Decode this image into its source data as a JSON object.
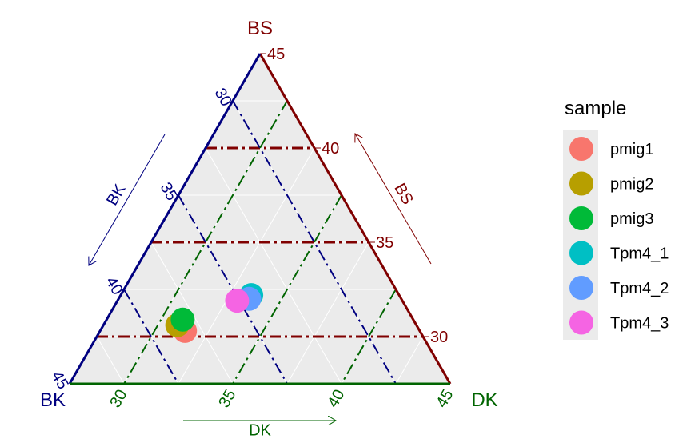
{
  "chart_data": {
    "type": "ternary-scatter",
    "axes": {
      "top": {
        "name": "BS",
        "arrow_label": "BS",
        "color": "#800000",
        "limits": [
          27.5,
          45
        ],
        "ticks": [
          30,
          35,
          40,
          45
        ]
      },
      "left": {
        "name": "BK",
        "arrow_label": "BK",
        "color": "#000080",
        "limits": [
          27.5,
          45
        ],
        "ticks": [
          30,
          35,
          40,
          45
        ]
      },
      "right": {
        "name": "DK",
        "arrow_label": "DK",
        "color": "#006400",
        "limits": [
          27.5,
          45
        ],
        "ticks": [
          30,
          35,
          40,
          45
        ]
      }
    },
    "legend": {
      "title": "sample",
      "position": "right",
      "entries": [
        {
          "label": "pmig1",
          "color": "#F8766D"
        },
        {
          "label": "pmig2",
          "color": "#B79F00"
        },
        {
          "label": "pmig3",
          "color": "#00BA38"
        },
        {
          "label": "Tpm4_1",
          "color": "#00BFC4"
        },
        {
          "label": "Tpm4_2",
          "color": "#619CFF"
        },
        {
          "label": "Tpm4_3",
          "color": "#F564E3"
        }
      ]
    },
    "points": [
      {
        "sample": "pmig1",
        "BS": 30.3,
        "BK": 38.3,
        "DK": 31.4
      },
      {
        "sample": "pmig2",
        "BS": 30.6,
        "BK": 38.5,
        "DK": 30.9
      },
      {
        "sample": "pmig3",
        "BS": 30.9,
        "BK": 38.1,
        "DK": 31.0
      },
      {
        "sample": "Tpm4_1",
        "BS": 32.2,
        "BK": 34.3,
        "DK": 33.5
      },
      {
        "sample": "Tpm4_2",
        "BS": 32.0,
        "BK": 34.5,
        "DK": 33.5
      },
      {
        "sample": "Tpm4_3",
        "BS": 31.9,
        "BK": 35.1,
        "DK": 33.0
      }
    ],
    "grid": true
  }
}
